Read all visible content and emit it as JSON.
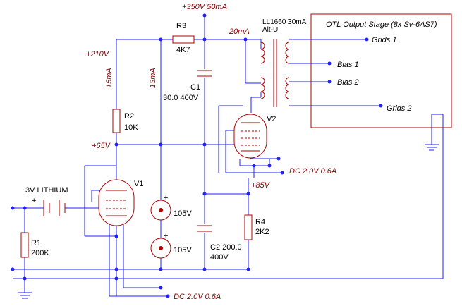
{
  "labels": {
    "supply_top": "+350V 50mA",
    "r3_name": "R3",
    "r3_value": "4K7",
    "transformer_name": "LL1660 30mA",
    "transformer_alt": "Alt-U",
    "current_20ma": "20mA",
    "v210": "+210V",
    "current_15ma": "15mA",
    "current_13ma": "13mA",
    "c1_name": "C1",
    "c1_value": "30.0 400V",
    "r2_name": "R2",
    "r2_value": "10K",
    "v65": "+65V",
    "v2_name": "V2",
    "dc_v2": "DC 2.0V 0.6A",
    "v85": "+85V",
    "battery": "3V LITHIUM",
    "v1_name": "V1",
    "vr1": "105V",
    "vr2": "105V",
    "r4_name": "R4",
    "r4_value": "2K2",
    "r1_name": "R1",
    "r1_value": "200K",
    "c2_value": "C2 200.0",
    "c2_voltage": "400V",
    "dc_v1": "DC 2.0V 0.6A",
    "plus_a": "+",
    "plus_b": "+",
    "plus_c": "+"
  },
  "otl": {
    "title": "OTL Output Stage (8x Sv-6AS7)",
    "grids1": "Grids 1",
    "bias1": "Bias 1",
    "bias2": "Bias 2",
    "grids2": "Grids 2"
  }
}
